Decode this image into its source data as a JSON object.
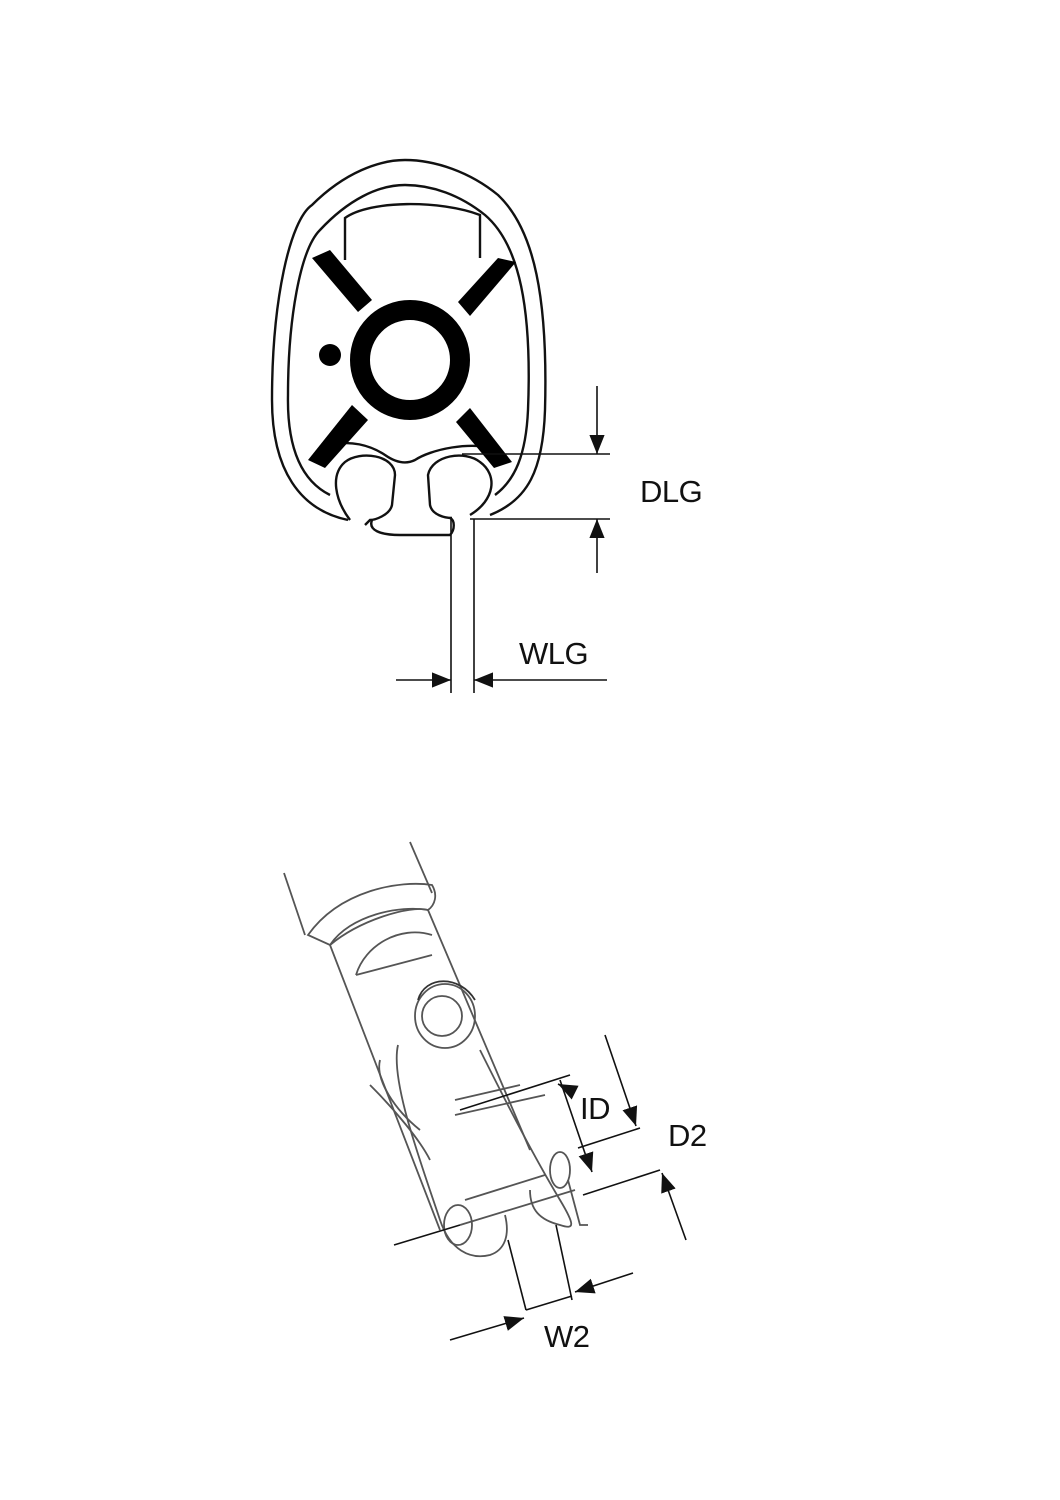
{
  "figures": [
    {
      "name": "luff-groove-profile",
      "description": "Cross-section of twin-groove foil extrusion with luff groove dimensions",
      "labels": {
        "depth": "DLG",
        "width": "WLG"
      }
    },
    {
      "name": "clevis-fitting",
      "description": "Fork/clevis terminal with pin dimensions",
      "labels": {
        "inner_diameter": "ID",
        "depth": "D2",
        "width": "W2"
      }
    }
  ],
  "colors": {
    "line": "#111111",
    "fill": "#000000",
    "sketch": "#555555",
    "background": "#ffffff"
  }
}
